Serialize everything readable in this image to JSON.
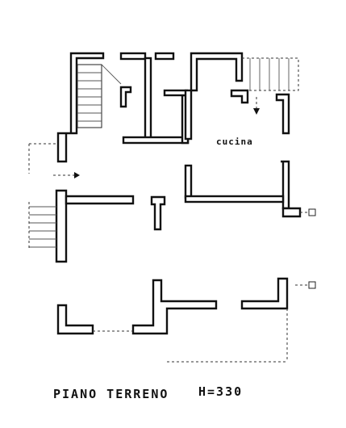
{
  "plan": {
    "room_label": "cucina",
    "title": "PIANO TERRENO",
    "height_label": "H=330"
  },
  "colors": {
    "ink": "#111111",
    "paper": "#ffffff"
  }
}
